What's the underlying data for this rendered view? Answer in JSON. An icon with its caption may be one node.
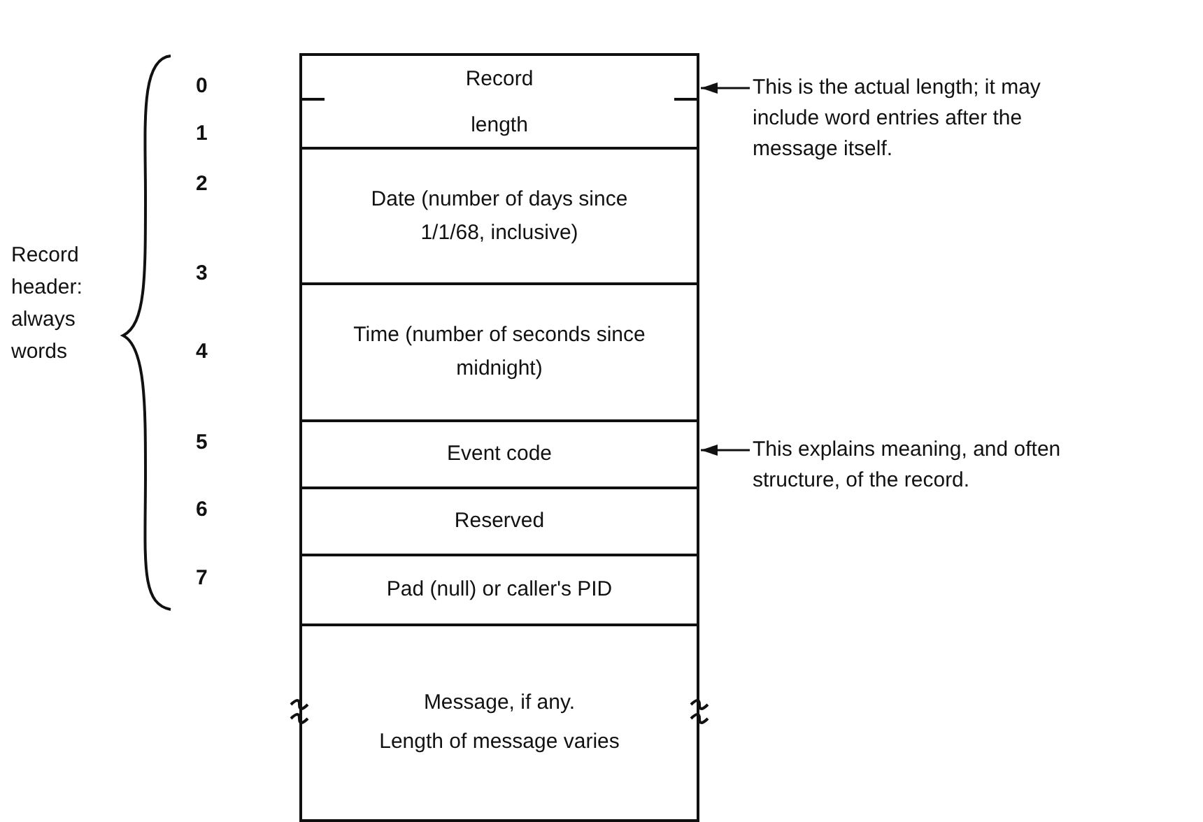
{
  "diagram": {
    "nodes": [
      {
        "text": [
          "Record length"
        ]
      },
      {
        "text": [
          "Date (number of days since 1/1/68, inclusive)"
        ]
      },
      {
        "text": [
          "Time (number of seconds since midnight)"
        ]
      },
      {
        "text": [
          "Event code"
        ]
      },
      {
        "text": [
          "Reserved"
        ]
      },
      {
        "text": [
          "Pad (null) or caller's PID"
        ]
      },
      {
        "text": [
          "Message, if any.",
          "Length of message varies"
        ]
      },
      {
        "text": [
          "This is the actual length; it may include word entries after the message itself."
        ]
      },
      {
        "text": [
          "This explains meaning, and often structure, of the record."
        ]
      }
    ],
    "edges": [
      {
        "from": 7,
        "to": 0,
        "arrow": "to"
      },
      {
        "from": 8,
        "to": 3,
        "arrow": "to"
      }
    ],
    "labels": [
      "0",
      "1",
      "2",
      "Record header: always words",
      "3",
      "4",
      "5",
      "6",
      "7"
    ]
  }
}
